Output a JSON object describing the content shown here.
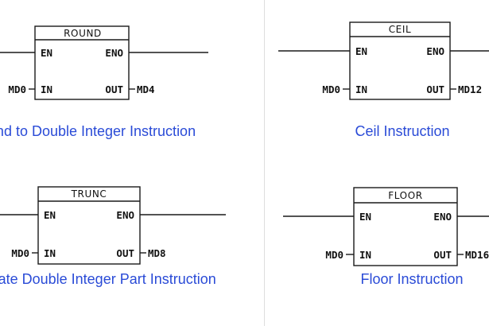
{
  "instructions": [
    {
      "block_title": "ROUND",
      "pins": {
        "en": "EN",
        "eno": "ENO",
        "in": "IN",
        "out": "OUT"
      },
      "in_operand": "MD0",
      "out_operand": "MD4",
      "caption": "Round to Double Integer Instruction"
    },
    {
      "block_title": "CEIL",
      "pins": {
        "en": "EN",
        "eno": "ENO",
        "in": "IN",
        "out": "OUT"
      },
      "in_operand": "MD0",
      "out_operand": "MD12",
      "caption": "Ceil Instruction"
    },
    {
      "block_title": "TRUNC",
      "pins": {
        "en": "EN",
        "eno": "ENO",
        "in": "IN",
        "out": "OUT"
      },
      "in_operand": "MD0",
      "out_operand": "MD8",
      "caption": "Truncate Double Integer Part Instruction"
    },
    {
      "block_title": "FLOOR",
      "pins": {
        "en": "EN",
        "eno": "ENO",
        "in": "IN",
        "out": "OUT"
      },
      "in_operand": "MD0",
      "out_operand": "MD16",
      "caption": "Floor Instruction"
    }
  ]
}
